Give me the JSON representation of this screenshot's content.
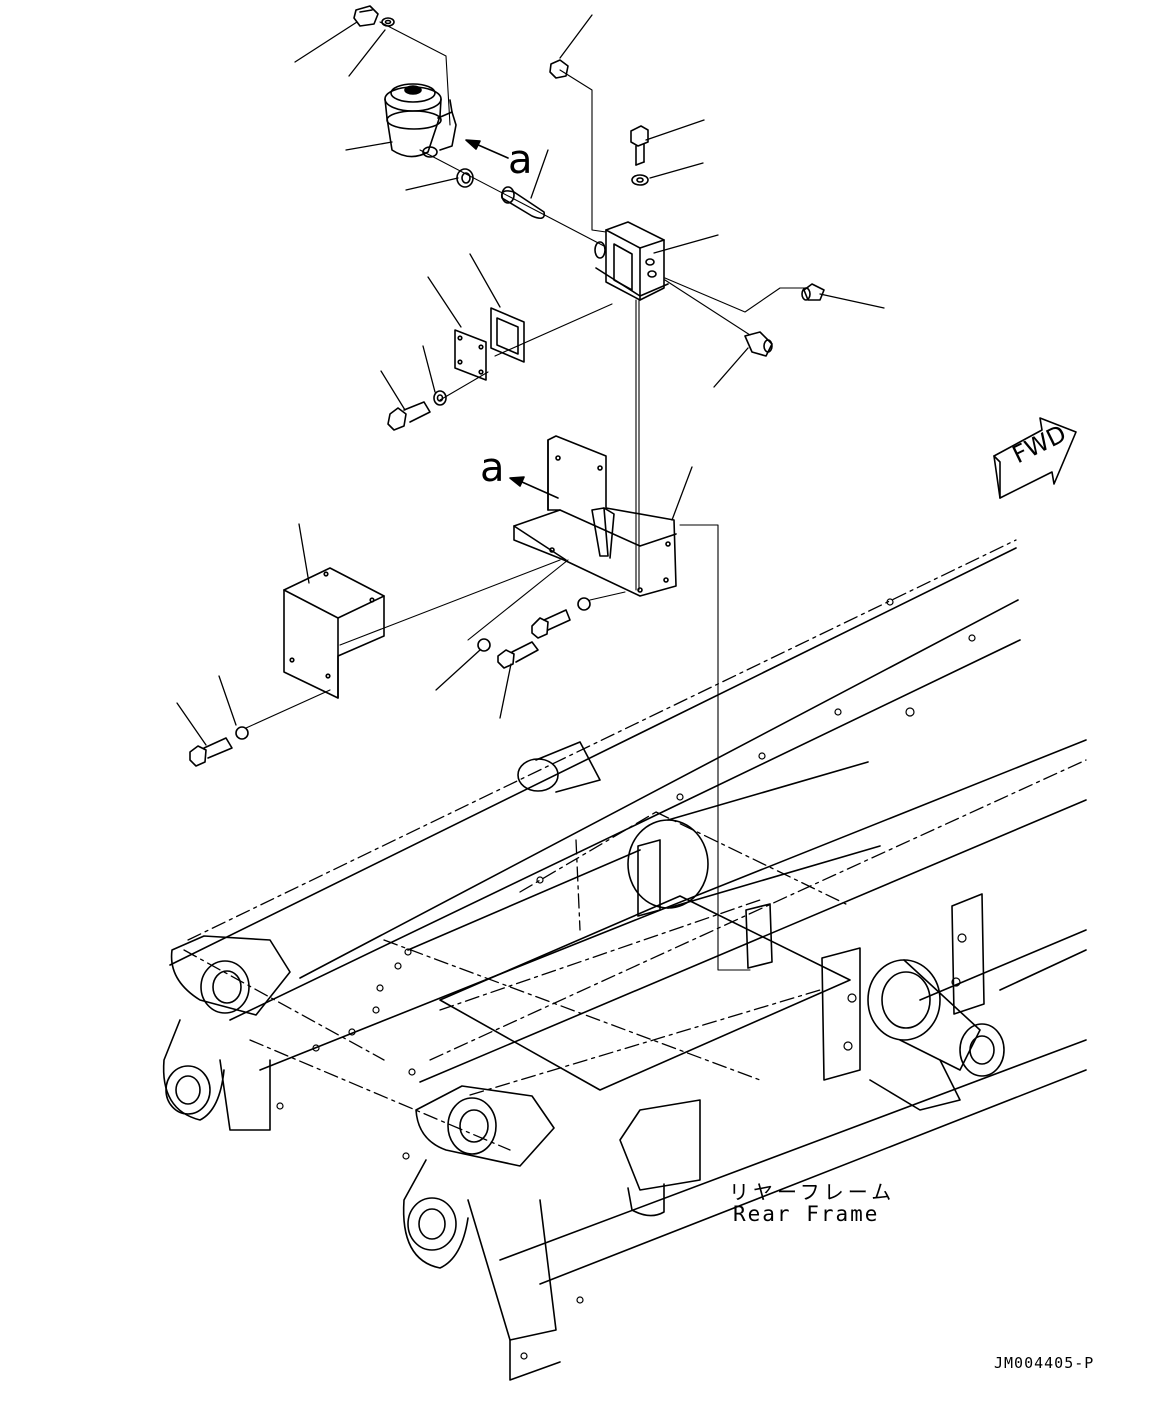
{
  "diagram": {
    "callouts": [
      "a",
      "a"
    ],
    "fwd_label": "FWD",
    "frame_label_jp": "リヤーフレーム",
    "frame_label_en": "Rear Frame",
    "drawing_id": "JM004405-P"
  },
  "colors": {
    "line": "#000000",
    "background": "#ffffff"
  },
  "icons": {
    "direction": "fwd-arrow-icon"
  }
}
